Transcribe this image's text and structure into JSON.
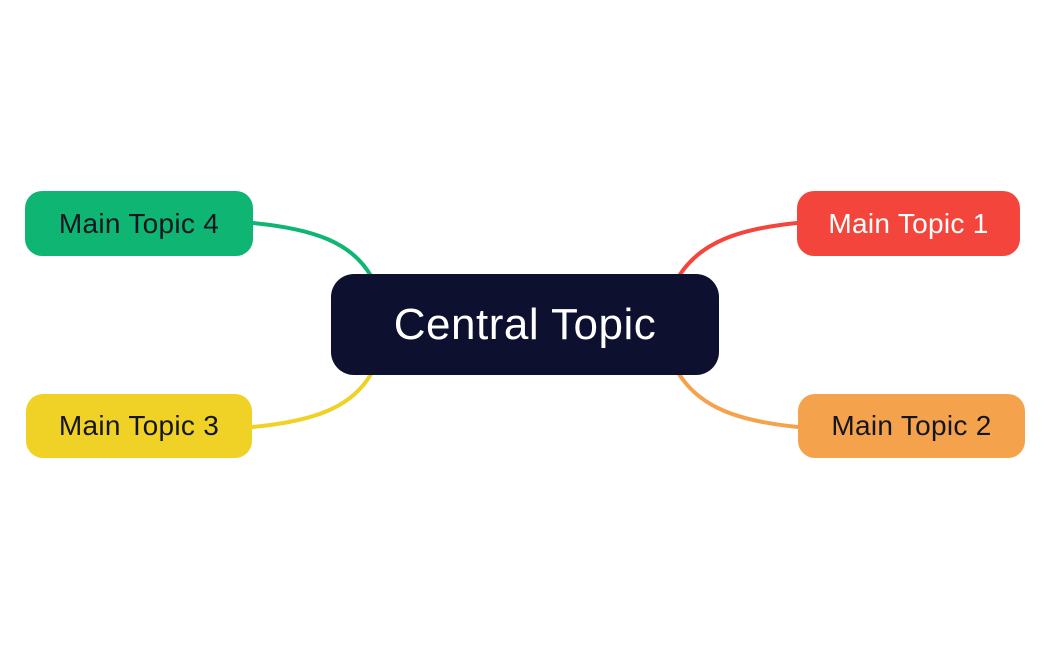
{
  "mindmap": {
    "canvas_bg": "#ffffff",
    "central_topic": {
      "label": "Central Topic",
      "bg_color": "#0d102e",
      "text_color": "#ffffff"
    },
    "main_topics": [
      {
        "label": "Main Topic 1",
        "position": "top-right",
        "bg_color": "#f4453c",
        "text_color": "#ffffff",
        "connector_color": "#f4453c"
      },
      {
        "label": "Main Topic 2",
        "position": "bottom-right",
        "bg_color": "#f5a24d",
        "text_color": "#14161f",
        "connector_color": "#f5a24d"
      },
      {
        "label": "Main Topic 3",
        "position": "bottom-left",
        "bg_color": "#f0d226",
        "text_color": "#14161f",
        "connector_color": "#f0d226"
      },
      {
        "label": "Main Topic 4",
        "position": "top-left",
        "bg_color": "#0fb573",
        "text_color": "#14161f",
        "connector_color": "#0fb573"
      }
    ]
  }
}
